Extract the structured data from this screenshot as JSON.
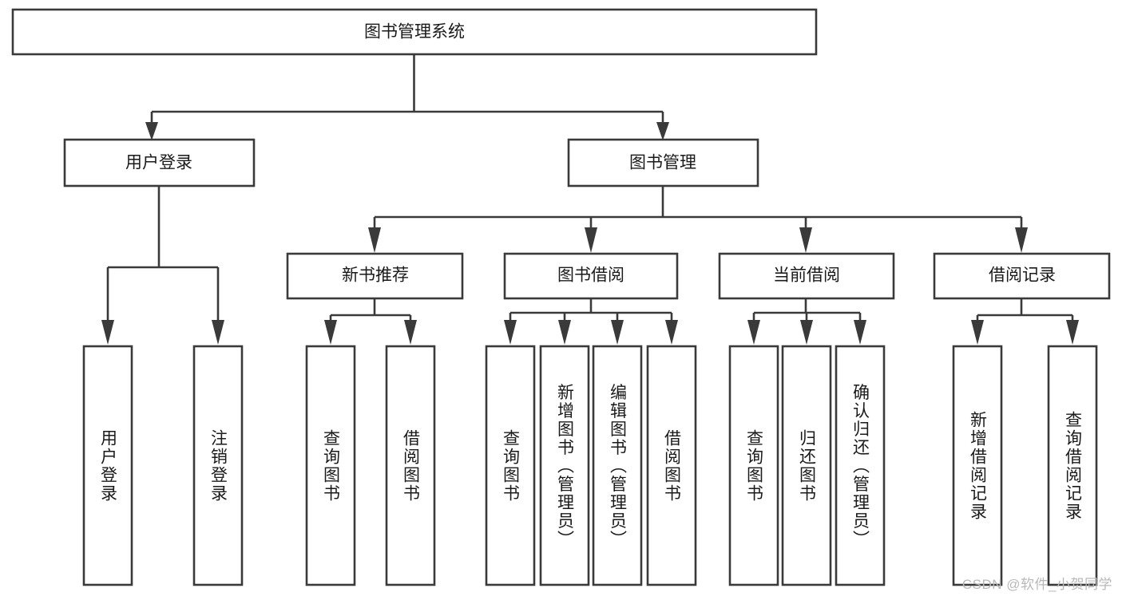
{
  "diagram": {
    "type": "tree-hierarchy",
    "title": "图书管理系统",
    "root": {
      "id": "root",
      "label": "图书管理系统"
    },
    "level1": [
      {
        "id": "user-login",
        "label": "用户登录"
      },
      {
        "id": "book-manage",
        "label": "图书管理"
      }
    ],
    "level2": [
      {
        "id": "new-book-recommend",
        "label": "新书推荐",
        "parent": "book-manage"
      },
      {
        "id": "book-borrow",
        "label": "图书借阅",
        "parent": "book-manage"
      },
      {
        "id": "current-borrow",
        "label": "当前借阅",
        "parent": "book-manage"
      },
      {
        "id": "borrow-record",
        "label": "借阅记录",
        "parent": "book-manage"
      }
    ],
    "leaves": [
      {
        "id": "leaf-user-login",
        "label": "用户登录",
        "parent": "user-login"
      },
      {
        "id": "leaf-user-logout",
        "label": "注销登录",
        "parent": "user-login"
      },
      {
        "id": "leaf-query-book-1",
        "label": "查询图书",
        "parent": "new-book-recommend"
      },
      {
        "id": "leaf-borrow-book-1",
        "label": "借阅图书",
        "parent": "new-book-recommend"
      },
      {
        "id": "leaf-query-book-2",
        "label": "查询图书",
        "parent": "book-borrow"
      },
      {
        "id": "leaf-add-book",
        "label": "新增图书（管理员）",
        "parent": "book-borrow"
      },
      {
        "id": "leaf-edit-book",
        "label": "编辑图书（管理员）",
        "parent": "book-borrow"
      },
      {
        "id": "leaf-borrow-book-2",
        "label": "借阅图书",
        "parent": "book-borrow"
      },
      {
        "id": "leaf-query-book-3",
        "label": "查询图书",
        "parent": "current-borrow"
      },
      {
        "id": "leaf-return-book",
        "label": "归还图书",
        "parent": "current-borrow"
      },
      {
        "id": "leaf-confirm-return",
        "label": "确认归还（管理员）",
        "parent": "current-borrow"
      },
      {
        "id": "leaf-add-record",
        "label": "新增借阅记录",
        "parent": "borrow-record"
      },
      {
        "id": "leaf-query-record",
        "label": "查询借阅记录",
        "parent": "borrow-record"
      }
    ],
    "colors": {
      "stroke": "#3a3a3a",
      "fill": "#ffffff",
      "text": "#1a1a1a",
      "watermark": "#b9b9b9"
    }
  },
  "watermark": {
    "text": "CSDN @软件_小贺同学"
  }
}
